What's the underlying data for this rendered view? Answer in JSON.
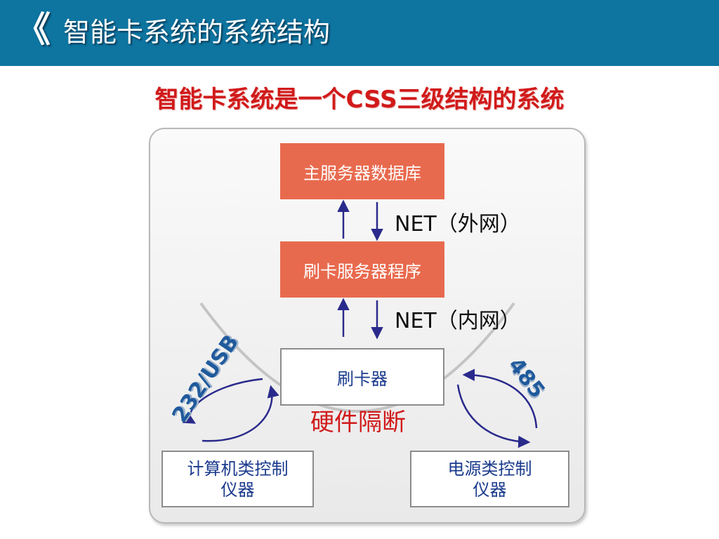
{
  "header": {
    "chevron": "《",
    "title": "智能卡系统的系统结构"
  },
  "subtitle": "智能卡系统是一个CSS三级结构的系统",
  "diagram": {
    "main_server": "主服务器数据库",
    "card_server": "刷卡服务器程序",
    "card_reader": "刷卡器",
    "net_outer": "NET（外网）",
    "net_inner": "NET（内网）",
    "isolation": "硬件隔断",
    "link_left": "232/USB",
    "link_right": "485",
    "computer_device_line1": "计算机类控制",
    "computer_device_line2": "仪器",
    "power_device_line1": "电源类控制",
    "power_device_line2": "仪器"
  },
  "colors": {
    "header_bg": "#0e74a0",
    "box_red": "#e86a4e",
    "subtitle_red": "#d11a1a",
    "arrow_blue": "#2a2a8c"
  }
}
